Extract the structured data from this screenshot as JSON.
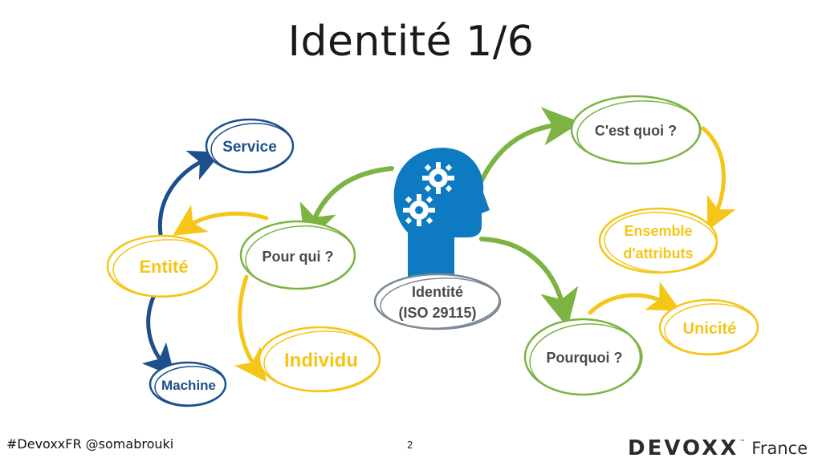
{
  "slide": {
    "title": "Identité 1/6",
    "page_number": "2"
  },
  "footer": {
    "left_text": "#DevoxxFR @somabrouki"
  },
  "logo": {
    "brand": "DEVOXX",
    "trademark": "™",
    "country": "France"
  },
  "nodes": {
    "center_line1": "Identité",
    "center_line2": "(ISO 29115)",
    "cest_quoi": "C'est quoi ?",
    "ensemble_line1": "Ensemble",
    "ensemble_line2": "d'attributs",
    "pourquoi": "Pourquoi ?",
    "unicite": "Unicité",
    "pour_qui": "Pour qui ?",
    "individu": "Individu",
    "entite": "Entité",
    "service": "Service",
    "machine": "Machine"
  },
  "colors": {
    "green": "#7cb342",
    "yellow": "#f5c518",
    "dark_blue": "#1c4f8c",
    "head_blue": "#0d7ac1",
    "gray": "#7d8a96",
    "text_gray": "#4a4a4a"
  },
  "icons": [
    "head-gears-icon",
    "devoxx-logo"
  ]
}
